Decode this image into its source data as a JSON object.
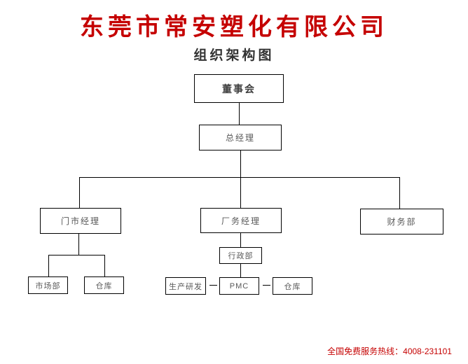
{
  "header": {
    "title": "东莞市常安塑化有限公司",
    "subtitle": "组织架构图"
  },
  "footer": {
    "hotline": "全国免费服务热线：4008-231101"
  },
  "colors": {
    "title_red": "#c50000",
    "subtitle_dark": "#333333",
    "box_border": "#000000",
    "box_text": "#595959",
    "root_text": "#3f3f3f",
    "connector": "#000000",
    "hotline_red": "#c50000",
    "background": "#ffffff"
  },
  "org_chart": {
    "type": "org-tree",
    "nodes": [
      {
        "id": "board",
        "label": "董事会",
        "level": 1
      },
      {
        "id": "general-manager",
        "label": "总经理",
        "level": 2
      },
      {
        "id": "store-manager",
        "label": "门市经理",
        "level": 3
      },
      {
        "id": "plant-manager",
        "label": "厂务经理",
        "level": 3
      },
      {
        "id": "finance-dept",
        "label": "财务部",
        "level": 3
      },
      {
        "id": "market-dept",
        "label": "市场部",
        "level": 4
      },
      {
        "id": "warehouse-1",
        "label": "仓库",
        "level": 4
      },
      {
        "id": "admin-dept",
        "label": "行政部",
        "level": 4
      },
      {
        "id": "production-rd",
        "label": "生产研发",
        "level": 5
      },
      {
        "id": "pmc",
        "label": "PMC",
        "level": 5
      },
      {
        "id": "warehouse-2",
        "label": "仓库",
        "level": 5
      }
    ],
    "edges": [
      {
        "from": "board",
        "to": "general-manager",
        "style": "vertical"
      },
      {
        "from": "general-manager",
        "to": "store-manager",
        "style": "vertical"
      },
      {
        "from": "general-manager",
        "to": "plant-manager",
        "style": "vertical"
      },
      {
        "from": "general-manager",
        "to": "finance-dept",
        "style": "vertical"
      },
      {
        "from": "store-manager",
        "to": "market-dept",
        "style": "vertical"
      },
      {
        "from": "store-manager",
        "to": "warehouse-1",
        "style": "vertical"
      },
      {
        "from": "plant-manager",
        "to": "admin-dept",
        "style": "vertical"
      },
      {
        "from": "admin-dept",
        "to": "pmc",
        "style": "vertical"
      },
      {
        "from": "production-rd",
        "to": "pmc",
        "style": "lateral"
      },
      {
        "from": "pmc",
        "to": "warehouse-2",
        "style": "lateral"
      }
    ]
  }
}
